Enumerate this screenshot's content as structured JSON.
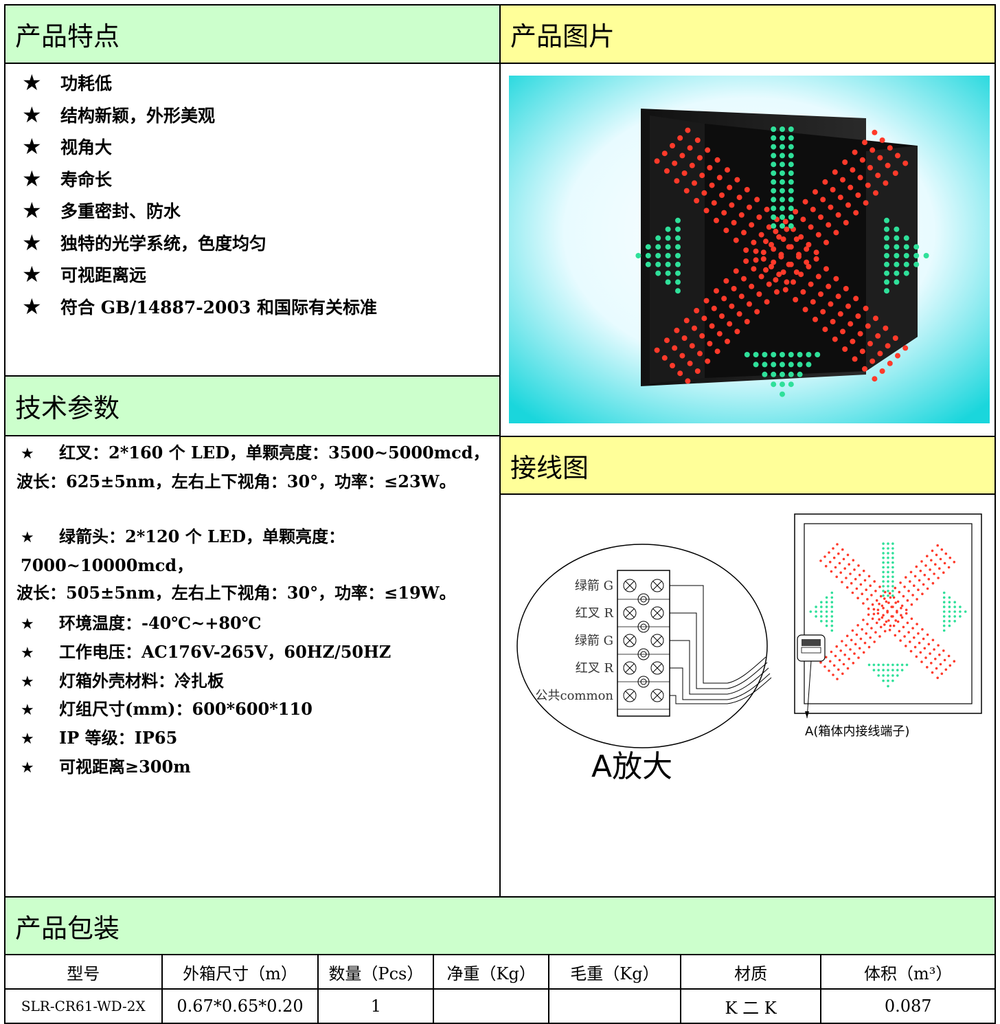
{
  "features": {
    "title": "产品特点",
    "items": [
      "功耗低",
      "结构新颖，外形美观",
      "视角大",
      "寿命长",
      "多重密封、防水",
      "独特的光学系统，色度均匀",
      "可视距离远",
      "符合 GB/14887-2003 和国际有关标准"
    ],
    "bullet": "★"
  },
  "picture": {
    "title": "产品图片"
  },
  "tech": {
    "title": "技术参数",
    "bullet": "★",
    "red_cross_1": "红叉：2*160 个 LED，单颗亮度：3500~5000mcd，",
    "red_cross_2": "波长：625±5nm，左右上下视角：30°，功率：≤23W。",
    "green_arrow_1": "绿箭头：2*120 个 LED，单颗亮度：7000~10000mcd，",
    "green_arrow_2": "波长：505±5nm，左右上下视角：30°，功率：≤19W。",
    "items": [
      "环境温度：-40℃~+80℃",
      "工作电压：AC176V-265V，60HZ/50HZ",
      "灯箱外壳材料：冷扎板",
      "灯组尺寸(mm)：600*600*110",
      "IP 等级：IP65",
      "可视距离≥300m"
    ]
  },
  "wiring": {
    "title": "接线图",
    "terminals": [
      "绿箭 G",
      "红叉 R",
      "绿箭 G",
      "红叉 R",
      "公共common"
    ],
    "zoom_label": "A放大",
    "terminal_note": "A(箱体内接线端子)"
  },
  "packaging": {
    "title": "产品包装",
    "headers": [
      "型号",
      "外箱尺寸（m）",
      "数量（Pcs）",
      "净重（Kg）",
      "毛重（Kg）",
      "材质",
      "体积（m³）"
    ],
    "row": [
      "SLR-CR61-WD-2X",
      "0.67*0.65*0.20",
      "1",
      "",
      "",
      "K 二 K",
      "0.087"
    ]
  },
  "colors": {
    "green_header": "#ccffcc",
    "yellow_header": "#ffff99",
    "led_red": "#ff3a2a",
    "led_green": "#2fe09a"
  }
}
